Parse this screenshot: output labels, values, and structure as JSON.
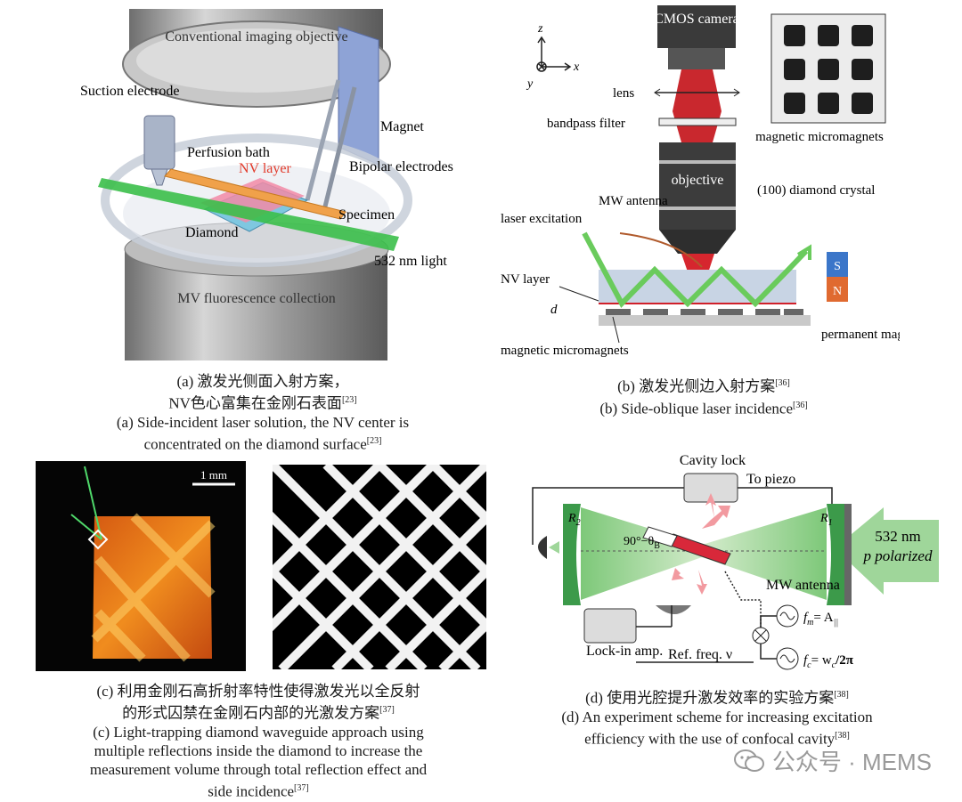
{
  "panel_a": {
    "labels": {
      "objective": "Conventional imaging objective",
      "suction": "Suction electrode",
      "magnet": "Magnet",
      "perfusion": "Perfusion bath",
      "nv_layer": "NV layer",
      "bipolar": "Bipolar electrodes",
      "specimen": "Specimen",
      "diamond": "Diamond",
      "light": "532 nm light",
      "collection": "MV fluorescence collection"
    },
    "caption_zh_1": "(a) 激发光侧面入射方案，",
    "caption_zh_2": "NV色心富集在金刚石表面",
    "caption_zh_ref": "[23]",
    "caption_en_1": "(a) Side-incident laser solution, the NV center is",
    "caption_en_2": "concentrated on the diamond surface",
    "caption_en_ref": "[23]"
  },
  "panel_b": {
    "labels": {
      "z": "z",
      "x": "x",
      "y": "y",
      "camera": "CMOS camera",
      "lens": "lens",
      "filter": "bandpass filter",
      "objective": "objective",
      "mw": "MW antenna",
      "crystal": "(100) diamond crystal",
      "laser": "laser excitation",
      "nv": "NV layer",
      "d": "d",
      "micromagnets": "magnetic micromagnets",
      "inset": "magnetic micromagnets",
      "s": "S",
      "n": "N",
      "permanent": "permanent magnet"
    },
    "caption_zh": "(b) 激发光侧边入射方案",
    "caption_zh_ref": "[36]",
    "caption_en": "(b) Side-oblique laser incidence",
    "caption_en_ref": "[36]"
  },
  "panel_c": {
    "scale": "1 mm",
    "caption_zh_1": "(c) 利用金刚石高折射率特性使得激发光以全反射",
    "caption_zh_2": "的形式囚禁在金刚石内部的光激发方案",
    "caption_zh_ref": "[37]",
    "caption_en_1": "(c) Light-trapping diamond waveguide approach using",
    "caption_en_2": "multiple reflections inside the diamond to increase the",
    "caption_en_3": "measurement volume through total reflection effect and",
    "caption_en_4": "side incidence",
    "caption_en_ref": "[37]"
  },
  "panel_d": {
    "labels": {
      "cavity_lock": "Cavity lock",
      "piezo": "To piezo",
      "r2": "R",
      "r2_sub": "2",
      "r1": "R",
      "r1_sub": "1",
      "angle": "90°−θ",
      "angle_sub": "B",
      "pump": "532 nm",
      "pol": "p polarized",
      "mw": "MW antenna",
      "fm": "f",
      "fm_sub": "m",
      "fm_rhs": "= A",
      "fm_rhs_sub": "||",
      "fc": "f",
      "fc_sub": "c",
      "fc_rhs": "= w",
      "fc_rhs_sub": "c",
      "fc_tail": "/2π",
      "lockin": "Lock-in amp.",
      "ref": "Ref. freq. ν"
    },
    "caption_zh": "(d) 使用光腔提升激发效率的实验方案",
    "caption_zh_ref": "[38]",
    "caption_en_1": "(d) An experiment scheme for increasing excitation",
    "caption_en_2": "efficiency with the use of confocal cavity",
    "caption_en_ref": "[38]"
  },
  "watermark": {
    "text": "公众号 · MEMS"
  }
}
